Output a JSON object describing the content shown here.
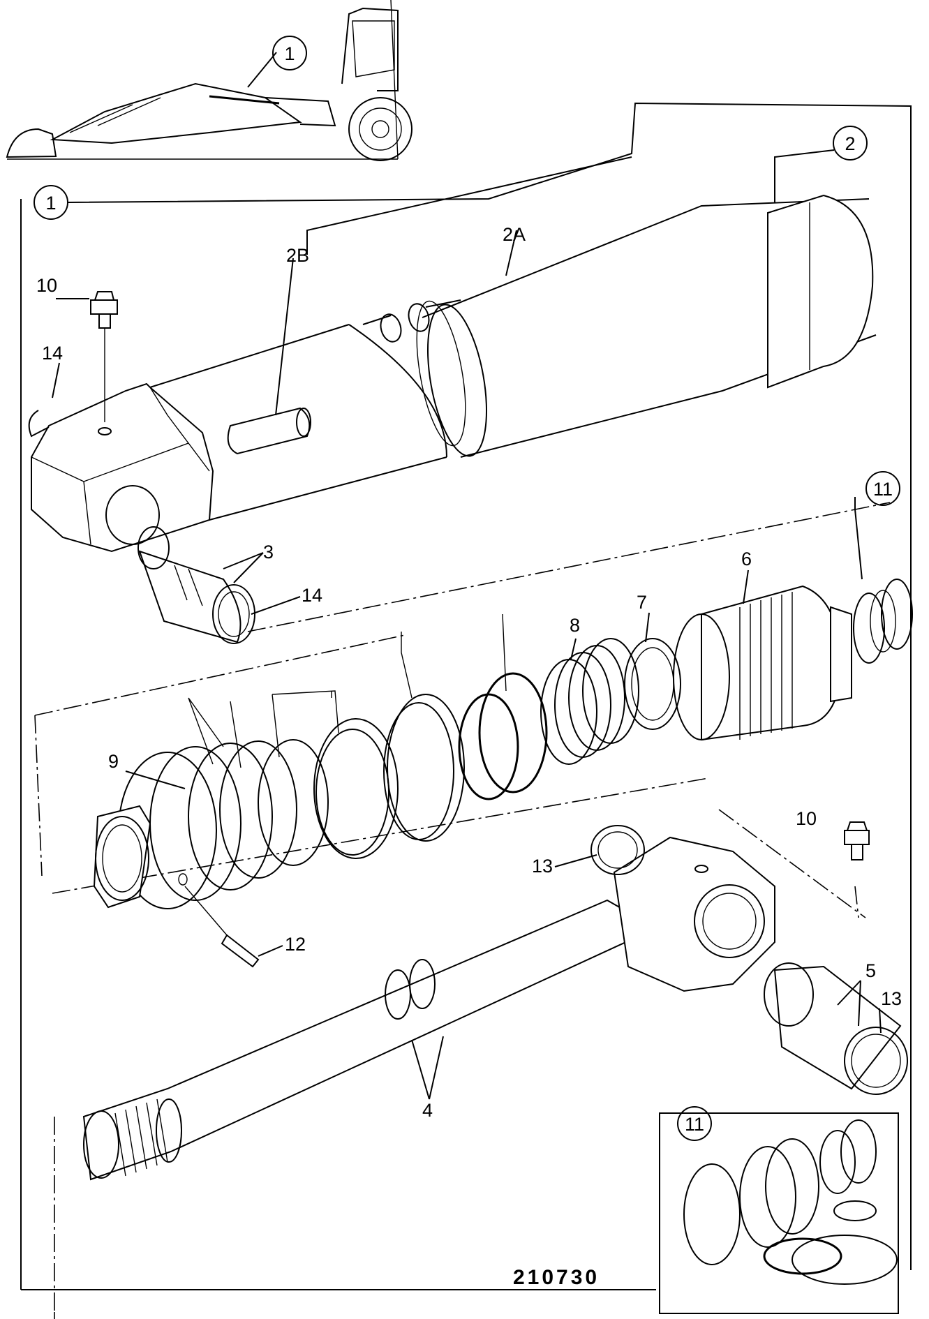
{
  "callouts": {
    "item_1_top": "1",
    "item_1_frame": "1",
    "item_2": "2",
    "item_2A": "2A",
    "item_2B": "2B",
    "item_3": "3",
    "item_4": "4",
    "item_5": "5",
    "item_6": "6",
    "item_7": "7",
    "item_8": "8",
    "item_9": "9",
    "item_10_top": "10",
    "item_10_bottom": "10",
    "item_11_right": "11",
    "item_11_inset": "11",
    "item_12": "12",
    "item_13_left": "13",
    "item_13_right": "13",
    "item_14_top": "14",
    "item_14_bushing": "14"
  },
  "reference_number": "210730",
  "icons": [
    "backhoe-loader-icon",
    "grease-nipple-icon"
  ]
}
